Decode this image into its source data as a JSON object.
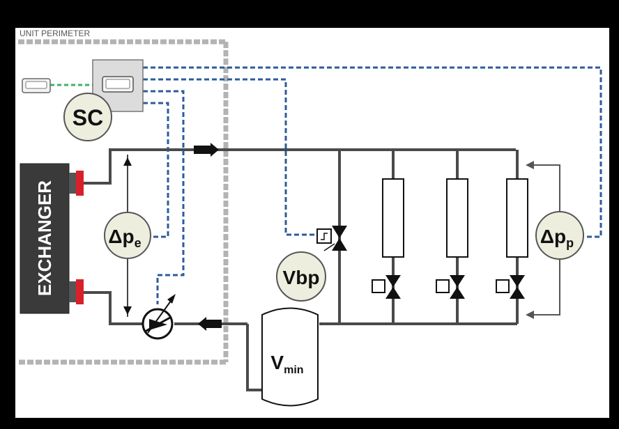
{
  "perimeter_label": "UNIT PERIMETER",
  "exchanger_label": "EXCHANGER",
  "controller_label": "SC",
  "dp_exchanger": {
    "main": "Δp",
    "sub": "e"
  },
  "dp_plant": {
    "main": "Δp",
    "sub": "p"
  },
  "bypass_valve_label": "Vbp",
  "tank_label": {
    "main": "V",
    "sub": "min"
  },
  "colors": {
    "pipe": "#4a4a4a",
    "signal": "#2e5b9a",
    "link": "#3bb26a",
    "sensor_fill": "#eeeedf",
    "perimeter": "#b3b3b3",
    "connector": "#d9202a",
    "exchanger": "#3a3a3a"
  }
}
